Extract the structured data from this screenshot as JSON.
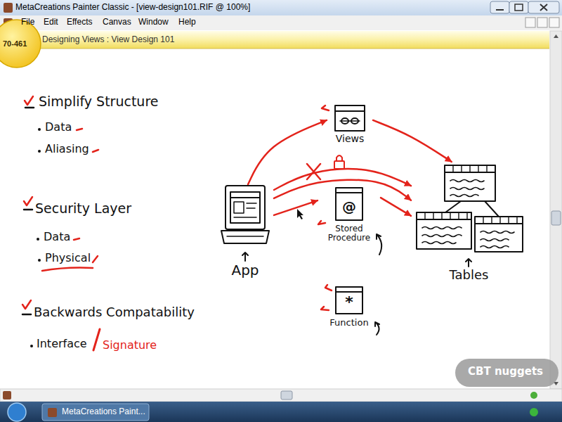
{
  "diagram": {
    "title": "Designing Views : View Design 101",
    "nodes": [
      {
        "text": [
          "Views"
        ]
      },
      {
        "text": [
          "App"
        ]
      },
      {
        "text": [
          "@",
          "Stored Procedure"
        ]
      },
      {
        "text": [
          "Tables"
        ]
      },
      {
        "text": [
          "*",
          "Function"
        ]
      }
    ],
    "edges": [
      {
        "from": 1,
        "to": 0,
        "arrow": "to"
      },
      {
        "from": 0,
        "to": 3,
        "arrow": "to"
      },
      {
        "from": 1,
        "to": 3,
        "arrow": "to"
      },
      {
        "from": 1,
        "to": 3,
        "arrow": "to"
      },
      {
        "from": 1,
        "to": 2,
        "arrow": "to"
      },
      {
        "from": 2,
        "to": 3,
        "arrow": "to"
      }
    ],
    "labels": [
      "MetaCreations Painter Classic - [view-design101.RIF @ 100%]",
      "File",
      "Edit",
      "Effects",
      "Canvas",
      "Window",
      "Help",
      "70-461",
      "Simplify Structure",
      "Data",
      "Aliasing",
      "Security Layer",
      "Data",
      "Physical",
      "Backwards Compatability",
      "Interface",
      "Signature",
      "CBT nuggets",
      "MetaCreations Paint..."
    ]
  }
}
